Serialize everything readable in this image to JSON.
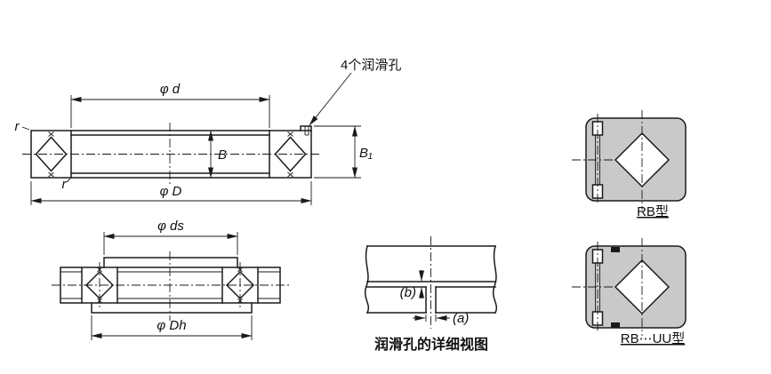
{
  "top": {
    "lube_label": "4个润滑孔",
    "d": "φ d",
    "D": "φ D",
    "B": "B",
    "B1": "B₁",
    "r": "r"
  },
  "mount": {
    "ds": "φ ds",
    "Dh": "φ Dh"
  },
  "detail": {
    "a": "(a)",
    "b": "(b)",
    "caption": "润滑孔的详细视图"
  },
  "types": {
    "rb": "RB型",
    "rb_uu": "RB⋯UU型"
  },
  "colors": {
    "line": "#1a1a1a",
    "bearing_fill": "#c9c9c9",
    "background": "#ffffff"
  }
}
